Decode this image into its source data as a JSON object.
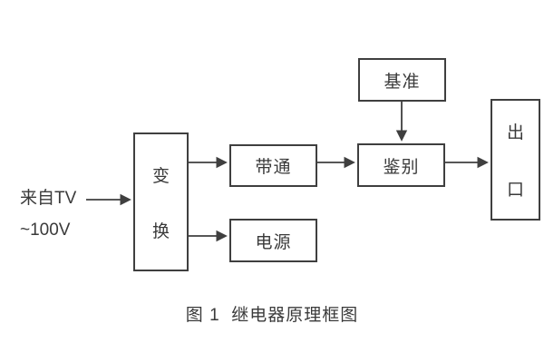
{
  "diagram": {
    "source_label_line1": "来自TV",
    "source_label_line2": "~100V",
    "blocks": {
      "transform": "变换",
      "bandpass": "带通",
      "power": "电源",
      "reference": "基准",
      "discriminator": "鉴别",
      "outlet": "出口"
    },
    "caption": "图 1  继电器原理框图",
    "colors": {
      "line": "#3f3f3f",
      "text": "#3a3a3a",
      "background": "#ffffff"
    }
  }
}
